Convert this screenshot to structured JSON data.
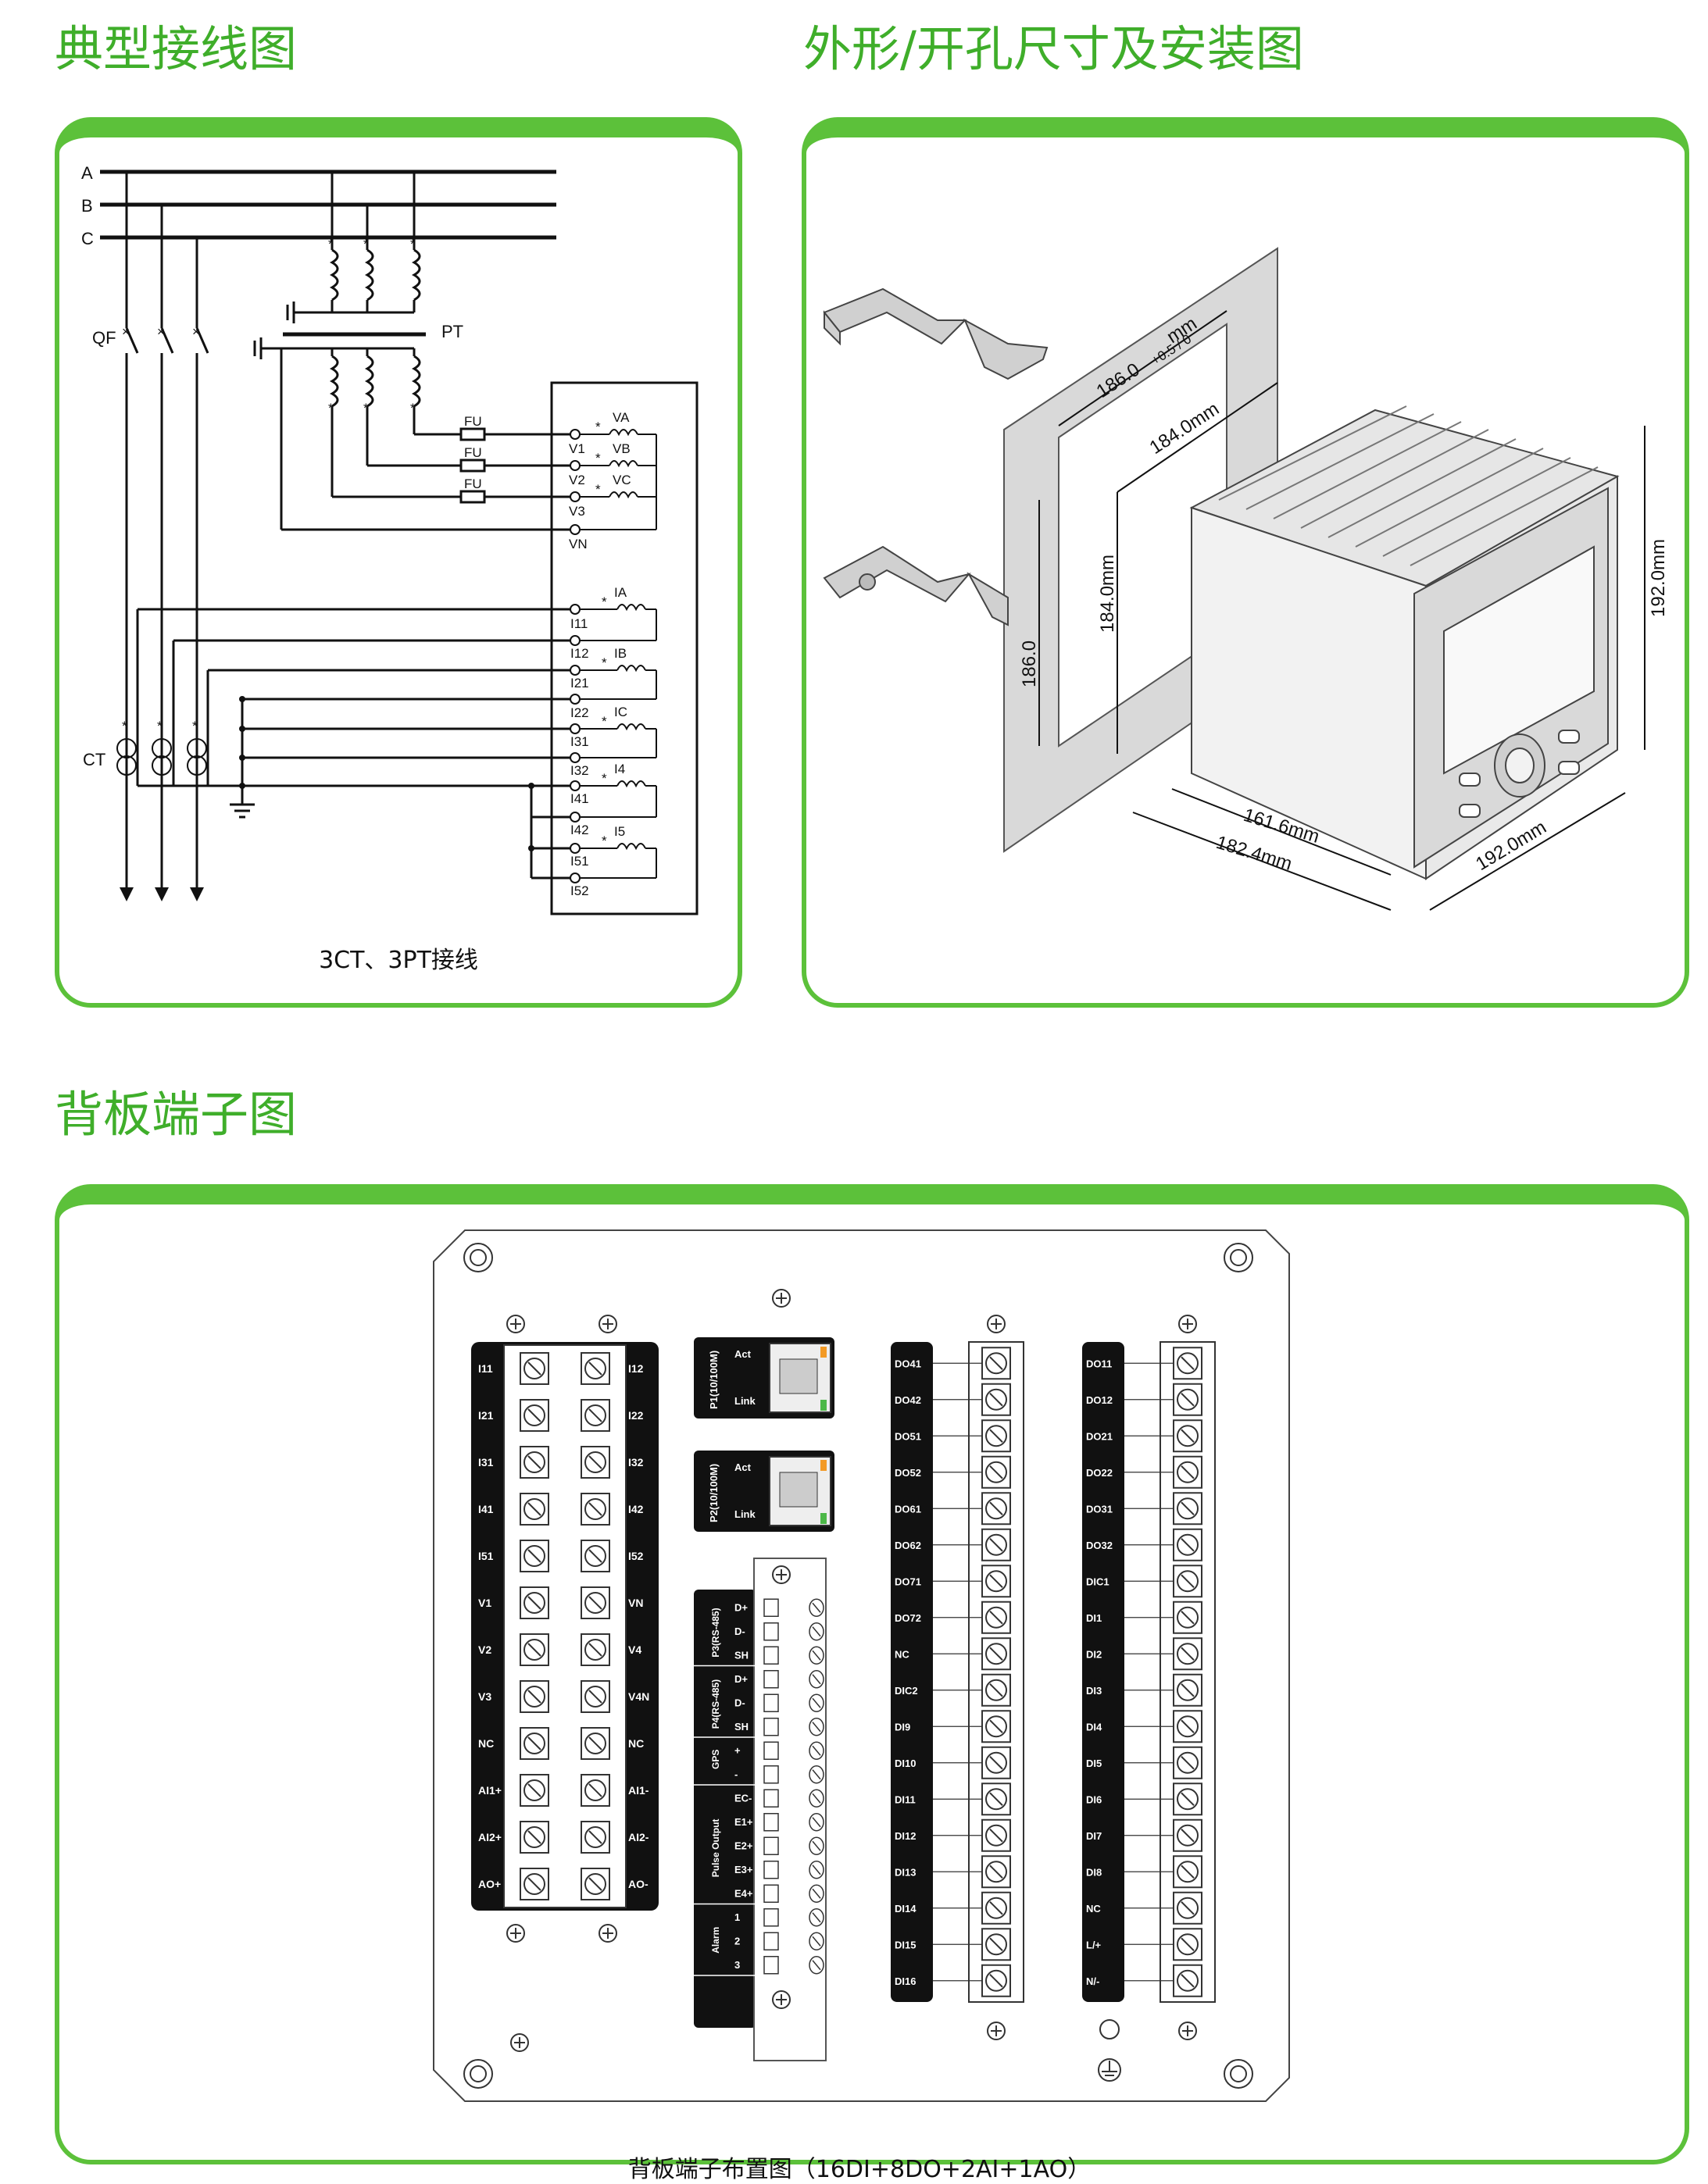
{
  "sections": {
    "wiring_title": "典型接线图",
    "dimension_title": "外形/开孔尺寸及安装图",
    "terminal_title": "背板端子图"
  },
  "wiring": {
    "phases": [
      "A",
      "B",
      "C"
    ],
    "qf_label": "QF",
    "pt_label": "PT",
    "ct_label": "CT",
    "fuse_label": "FU",
    "voltage_terminals": [
      "V1",
      "V2",
      "V3",
      "VN"
    ],
    "voltage_coils": [
      "VA",
      "VB",
      "VC"
    ],
    "current_terminals": [
      "I11",
      "I12",
      "I21",
      "I22",
      "I31",
      "I32",
      "I41",
      "I42",
      "I51",
      "I52"
    ],
    "current_coils": [
      "IA",
      "IB",
      "IC",
      "I4",
      "I5"
    ],
    "caption": "3CT、3PT接线"
  },
  "dimensions": {
    "cutout_top": "186.0",
    "cutout_tol": "+0.5 / 0",
    "cutout_unit": "mm",
    "panel_184_top": "184.0mm",
    "panel_184_side": "184.0mm",
    "cutout_side": "186.0",
    "height": "192.0mm",
    "depth_body": "161.6mm",
    "depth_total": "182.4mm",
    "width": "192.0mm"
  },
  "terminal": {
    "caption": "背板端子布置图（16DI+8DO+2AI+1AO）",
    "block1_left": [
      "I11",
      "I21",
      "I31",
      "I41",
      "I51",
      "V1",
      "V2",
      "V3",
      "NC",
      "AI1+",
      "AI2+",
      "AO+"
    ],
    "block1_right": [
      "I12",
      "I22",
      "I32",
      "I42",
      "I52",
      "VN",
      "V4",
      "V4N",
      "NC",
      "AI1-",
      "AI2-",
      "AO-"
    ],
    "ports": [
      {
        "name": "P1(10/100M)",
        "act": "Act",
        "link": "Link"
      },
      {
        "name": "P2(10/100M)",
        "act": "Act",
        "link": "Link"
      }
    ],
    "comm_groups": [
      {
        "name": "P3(RS-485)",
        "pins": [
          "D+",
          "D-",
          "SH"
        ]
      },
      {
        "name": "P4(RS-485)",
        "pins": [
          "D+",
          "D-",
          "SH"
        ]
      },
      {
        "name": "GPS",
        "pins": [
          "+",
          "-"
        ]
      },
      {
        "name": "Pulse Output",
        "pins": [
          "EC-",
          "E1+",
          "E2+",
          "E3+",
          "E4+"
        ]
      },
      {
        "name": "Alarm",
        "pins": [
          "1",
          "2",
          "3"
        ]
      }
    ],
    "block3": [
      "DO41",
      "DO42",
      "DO51",
      "DO52",
      "DO61",
      "DO62",
      "DO71",
      "DO72",
      "NC",
      "DIC2",
      "DI9",
      "DI10",
      "DI11",
      "DI12",
      "DI13",
      "DI14",
      "DI15",
      "DI16"
    ],
    "block4": [
      "DO11",
      "DO12",
      "DO21",
      "DO22",
      "DO31",
      "DO32",
      "DIC1",
      "DI1",
      "DI2",
      "DI3",
      "DI4",
      "DI5",
      "DI6",
      "DI7",
      "DI8",
      "NC",
      "L/+",
      "N/-"
    ]
  }
}
